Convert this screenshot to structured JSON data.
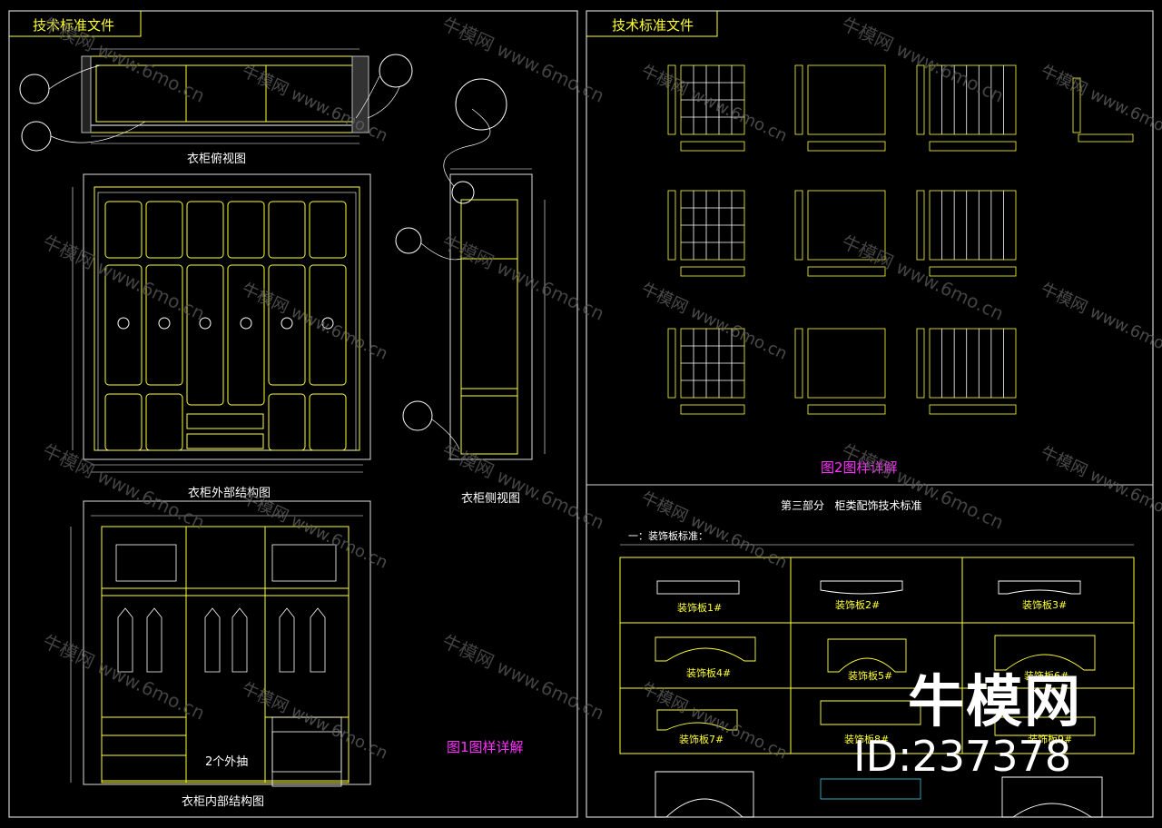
{
  "left_sheet": {
    "title_tag": "技术标准文件",
    "views": {
      "top_view": "衣柜俯视图",
      "exterior": "衣柜外部结构图",
      "side_view": "衣柜侧视图",
      "interior": "衣柜内部结构图"
    },
    "notes": {
      "drawers": "2个外抽",
      "figure_caption": "图1图样详解"
    }
  },
  "right_sheet": {
    "title_tag": "技术标准文件",
    "figure_caption": "图2图样详解",
    "part3_title": "第三部分   柜类配饰技术标准",
    "deco_heading": "一：装饰板标准：",
    "panels": [
      "装饰板1#",
      "装饰板2#",
      "装饰板3#",
      "装饰板4#",
      "装饰板5#",
      "装饰板6#",
      "装饰板7#",
      "装饰板8#",
      "装饰板9#"
    ]
  },
  "watermark": {
    "brand": "牛模网",
    "site": "www.6mo.cn",
    "id_label": "ID:237378"
  },
  "colors": {
    "line_yellow": "#ffff33",
    "line_white": "#ffffff",
    "caption_magenta": "#ff33ff",
    "accent_green": "#33ff33",
    "frame_white": "#d0d0d0"
  }
}
